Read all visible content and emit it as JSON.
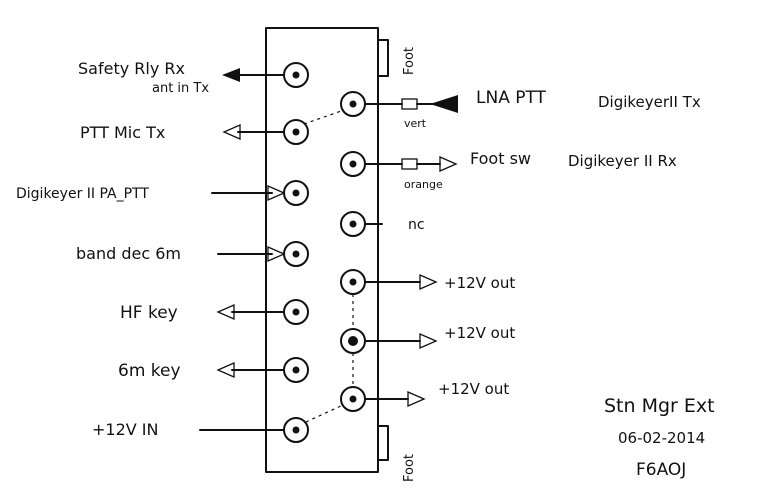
{
  "panel": {
    "foot_top": "Foot",
    "foot_bottom": "Foot"
  },
  "left_labels": {
    "safety_line1": "Safety Rly Rx",
    "safety_line2": "ant in Tx",
    "ptt_mic": "PTT Mic Tx",
    "digikeyer_pa": "Digikeyer II PA_PTT",
    "band_dec": "band dec 6m",
    "hf_key": "HF key",
    "six_m_key": "6m key",
    "plus12_in": "+12V IN"
  },
  "right_labels": {
    "lna_ptt": "LNA PTT",
    "digikeyer_tx": "DigikeyerII Tx",
    "vert": "vert",
    "foot_sw": "Foot sw",
    "digikeyer_rx": "Digikeyer II Rx",
    "orange": "orange",
    "nc": "nc",
    "out1": "+12V out",
    "out2": "+12V out",
    "out3": "+12V out"
  },
  "footer": {
    "title": "Stn Mgr Ext",
    "date": "06-02-2014",
    "callsign": "F6AOJ"
  }
}
